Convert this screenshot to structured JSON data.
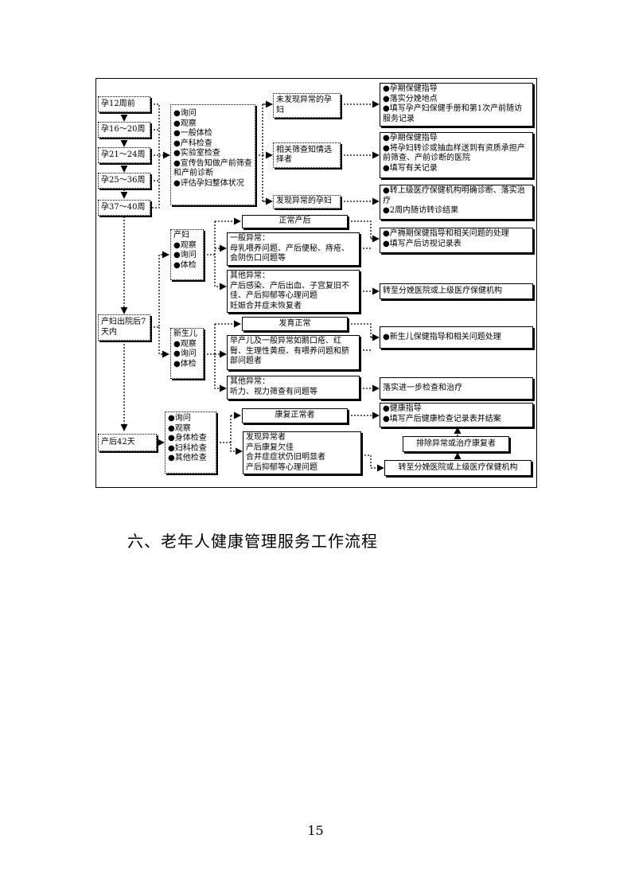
{
  "stages": [
    "孕12周前",
    "孕16～20周",
    "孕21～24周",
    "孕25～36周",
    "孕37～40周",
    "产妇出院后7天内",
    "产后42天"
  ],
  "prenatal_checks": [
    "●询问",
    "●观察",
    "●一般体检",
    "●产科检查",
    "●实验室检查",
    "●宣传告知做产前筛查和产前诊断",
    "●评估孕妇整体状况"
  ],
  "pregnancy_outcomes": {
    "no_abnormal": "未发现异常的孕妇",
    "screening": "相关筛查知情选择者",
    "abnormal": "发现异常的孕妇"
  },
  "pregnancy_actions": {
    "no_abnormal": [
      "●孕期保健指导",
      "●落实分娩地点",
      "●填写孕产妇保健手册和第1次产前随访服务记录"
    ],
    "screening": [
      "●孕期保健指导",
      "●将孕妇转诊或抽血样送到有资质承担产前筛查、产前诊断的医院",
      "●填写有关记录"
    ],
    "abnormal": [
      "●转上级医疗保健机构明确诊断、落实治疗",
      "●2周内随访转诊结果"
    ]
  },
  "postpartum_mother": {
    "items": [
      "产妇",
      "●观察",
      "●询问",
      "●体检"
    ],
    "normal": "正常产后",
    "general_abnormal": [
      "一般异常：",
      "母乳喂养问题、产后便秘、痔疮、会阴伤口问题等"
    ],
    "other_abnormal": [
      "其他异常：",
      "产后感染、产后出血、子宫复旧不佳、产后抑郁等心理问题",
      "妊娠合并症未恢复者"
    ],
    "care_action": [
      "●产褥期保健指导和相关问题的处理",
      "●填写产后访视记录表"
    ],
    "referral": "转至分娩医院或上级医疗保健机构"
  },
  "newborn": {
    "items": [
      "新生儿",
      "●观察",
      "●询问",
      "●体检"
    ],
    "normal": "发育正常",
    "general_abnormal": "早产儿及一般异常如鹅口疮、红臀、生理性黄疸、有喂养问题和脐部问题者",
    "other_abnormal": [
      "其他异常：",
      "听力、视力筛查有问题等"
    ],
    "care_action": "●新生儿保健指导和相关问题处理",
    "followup": "落实进一步检查和治疗"
  },
  "day42": {
    "checks": [
      "●询问",
      "●观察",
      "●身体检查",
      "●妇科检查",
      "●其他检查"
    ],
    "recovered": "康复正常者",
    "abnormal": [
      "发现异常者",
      "产后康复欠佳",
      "合并症症状仍旧明显者",
      "产后抑郁等心理问题"
    ],
    "actions": [
      "●健康指导",
      "●填写产后健康检查记录表并结案"
    ],
    "exclude": "排除异常或治疗康复者",
    "referral": "转至分娩医院或上级医疗保健机构"
  },
  "section_heading": "六、老年人健康管理服务工作流程",
  "page_number": "15"
}
